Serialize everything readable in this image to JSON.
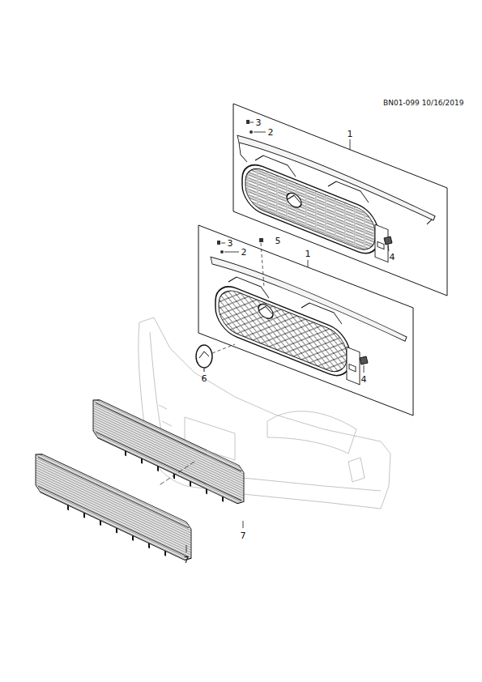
{
  "diagram": {
    "labels": [
      "BN01-099 10/16/2019",
      "3",
      "2",
      "1",
      "4",
      "3",
      "2",
      "5",
      "1",
      "4",
      "6",
      "7",
      "7"
    ]
  }
}
